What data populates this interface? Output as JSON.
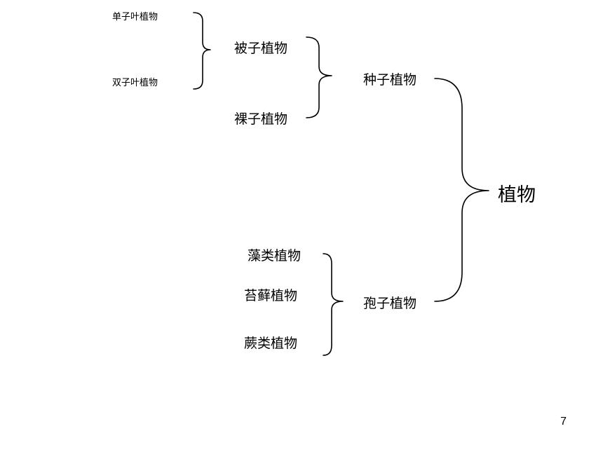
{
  "diagram": {
    "root": "植物",
    "seed_plants": "种子植物",
    "spore_plants": "孢子植物",
    "angiosperms": "被子植物",
    "gymnosperms": "裸子植物",
    "monocots": "单子叶植物",
    "dicots": "双子叶植物",
    "algae": "藻类植物",
    "bryophytes": "苔藓植物",
    "ferns": "蕨类植物"
  },
  "page_number": "7"
}
